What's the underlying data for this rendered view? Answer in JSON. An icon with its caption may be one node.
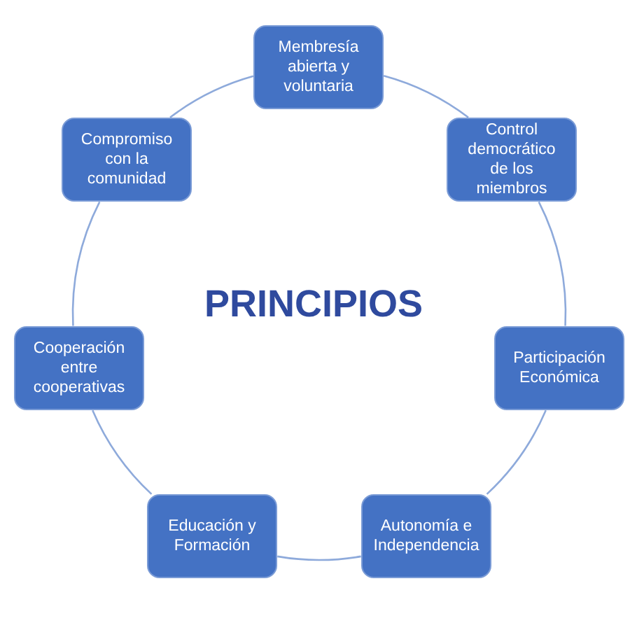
{
  "diagram": {
    "title": "PRINCIPIOS",
    "nodes": [
      {
        "text": [
          "Membresía abierta y voluntaria"
        ]
      },
      {
        "text": [
          "Control democrático de los miembros"
        ]
      },
      {
        "text": [
          "Participación Económica"
        ]
      },
      {
        "text": [
          "Autonomía e Independencia"
        ]
      },
      {
        "text": [
          "Educación y Formación"
        ]
      },
      {
        "text": [
          "Cooperación entre cooperativas"
        ]
      },
      {
        "text": [
          "Compromiso con la comunidad"
        ]
      }
    ],
    "edges": [
      {
        "from": 0,
        "to": 1,
        "arrow": "none"
      },
      {
        "from": 1,
        "to": 2,
        "arrow": "none"
      },
      {
        "from": 2,
        "to": 3,
        "arrow": "none"
      },
      {
        "from": 3,
        "to": 4,
        "arrow": "none"
      },
      {
        "from": 4,
        "to": 5,
        "arrow": "none"
      },
      {
        "from": 5,
        "to": 6,
        "arrow": "none"
      },
      {
        "from": 6,
        "to": 0,
        "arrow": "none"
      }
    ]
  }
}
